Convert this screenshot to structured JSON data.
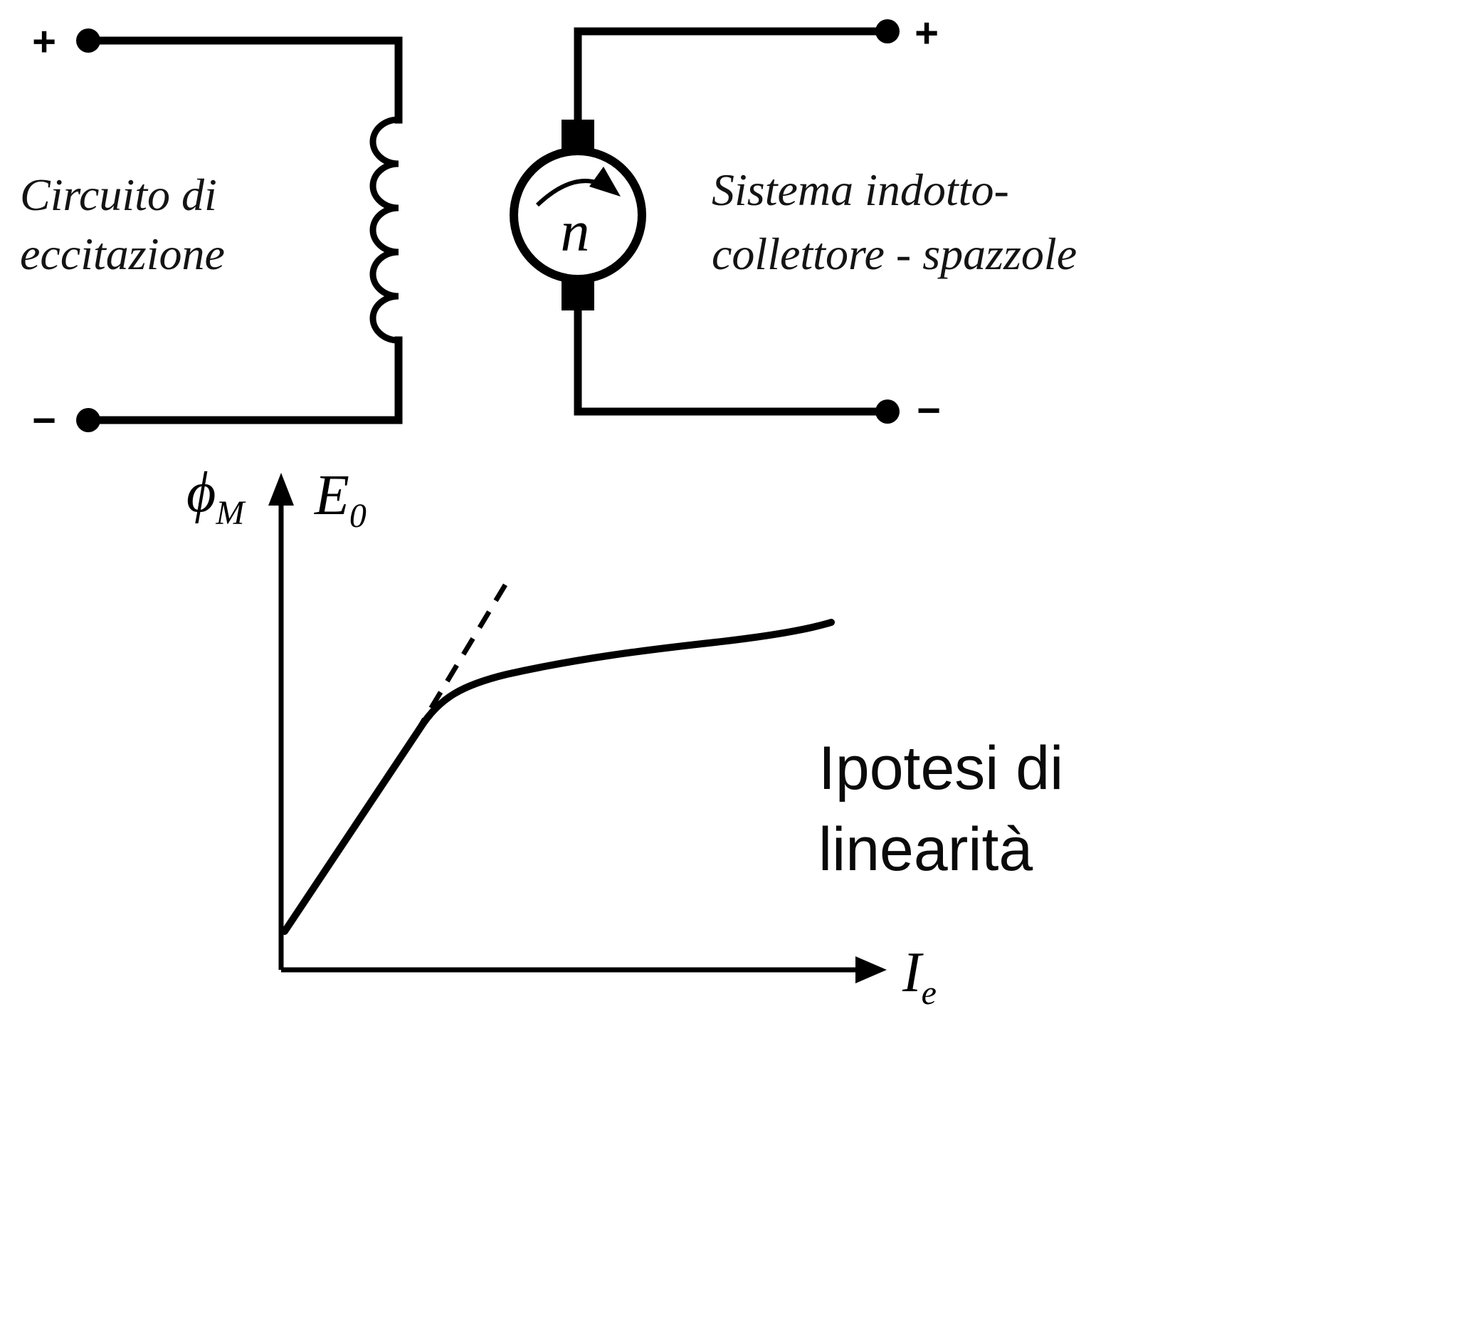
{
  "colors": {
    "ink": "#000000",
    "background": "#ffffff"
  },
  "excitation_circuit": {
    "plus_label": "+",
    "minus_label": "−",
    "caption_line1": "Circuito di",
    "caption_line2": "eccitazione"
  },
  "induced_circuit": {
    "plus_label": "+",
    "minus_label": "−",
    "rotor_letter": "n",
    "caption_line1": "Sistema indotto-",
    "caption_line2": "collettore - spazzole"
  },
  "graph": {
    "y_label_flux": "ϕ",
    "y_label_flux_sub": "M",
    "y_label_emf": "E",
    "y_label_emf_sub": "0",
    "x_label": "I",
    "x_label_sub": "e",
    "annotation_line1": "Ipotesi di",
    "annotation_line2": "linearità"
  }
}
